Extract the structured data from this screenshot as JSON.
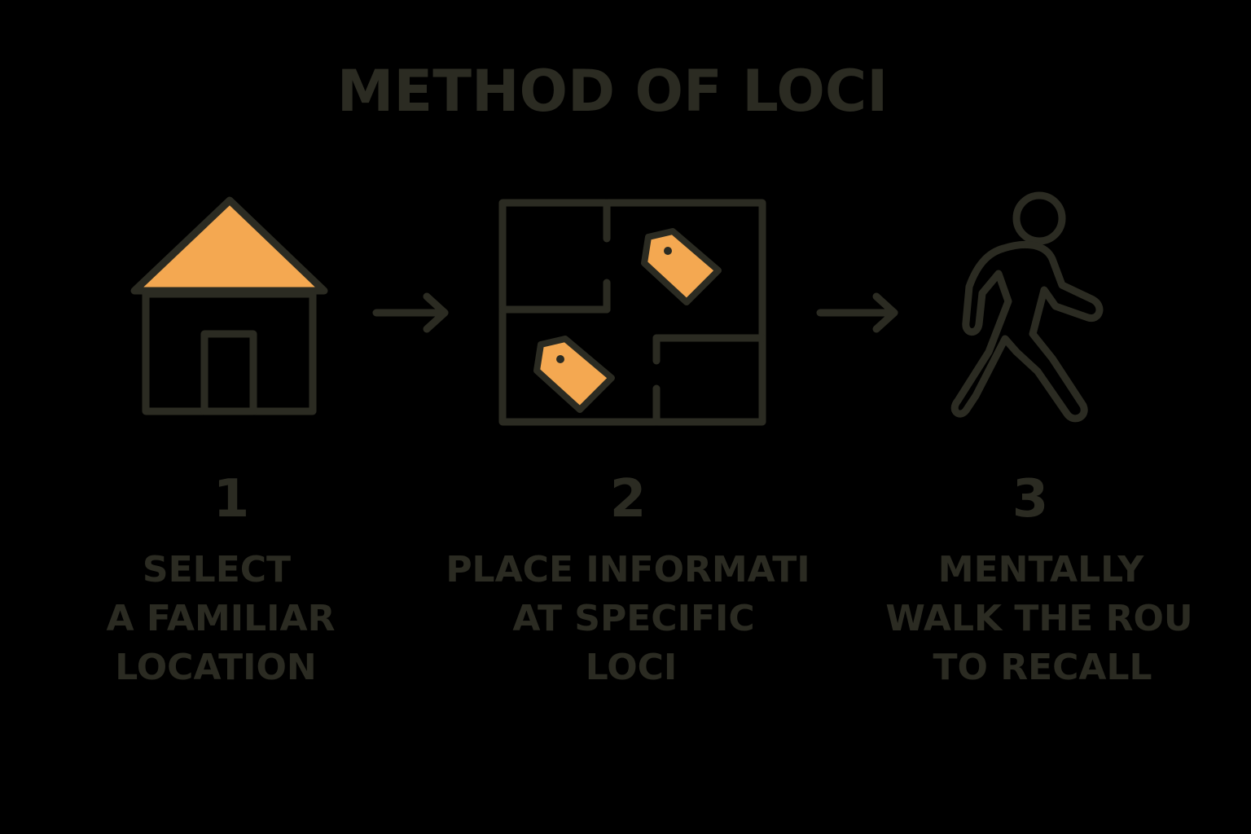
{
  "title": "METHOD OF LOCI",
  "colors": {
    "background": "#000000",
    "ink": "#2b2b22",
    "accent": "#f4a851"
  },
  "steps": [
    {
      "number": "1",
      "icon": "house-icon",
      "lines": [
        "SELECT",
        "A FAMILIAR",
        "LOCATION"
      ]
    },
    {
      "number": "2",
      "icon": "floor-plan-icon",
      "lines": [
        "PLACE INFORMATI",
        "AT SPECIFIC",
        "LOCI"
      ]
    },
    {
      "number": "3",
      "icon": "walking-person-icon",
      "lines": [
        "MENTALLY",
        "WALK THE ROU",
        "TO RECALL"
      ]
    }
  ]
}
